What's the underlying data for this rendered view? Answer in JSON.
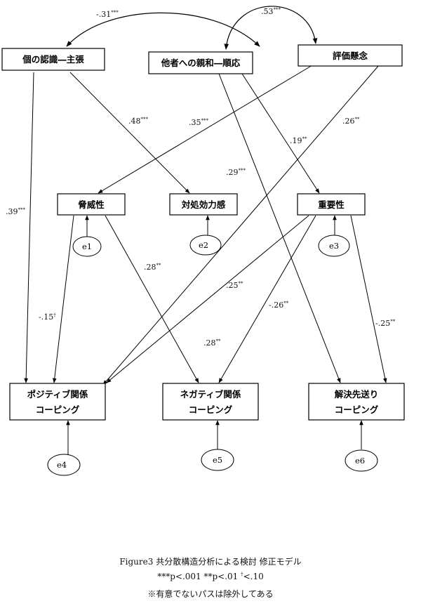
{
  "nodes": {
    "kojin": "個の認識―主張",
    "tasha": "他者への親和―順応",
    "hyoka": "評価懸念",
    "kyoi": "脅威性",
    "taisho": "対処効力感",
    "juyo": "重要性",
    "posi_1": "ポジティブ関係",
    "posi_2": "コーピング",
    "nega_1": "ネガティブ関係",
    "nega_2": "コーピング",
    "kaiketsu_1": "解決先送り",
    "kaiketsu_2": "コーピング"
  },
  "errors": {
    "e1": "e1",
    "e2": "e2",
    "e3": "e3",
    "e4": "e4",
    "e5": "e5",
    "e6": "e6"
  },
  "paths": {
    "cov_kojin_hyoka": {
      "value": "-.31",
      "sig": "***"
    },
    "cov_tasha_hyoka": {
      "value": ".53",
      "sig": "***"
    },
    "kojin_taisho": {
      "value": ".48",
      "sig": "***"
    },
    "hyoka_kyoi": {
      "value": ".35",
      "sig": "***"
    },
    "tasha_juyo": {
      "value": ".19",
      "sig": "**"
    },
    "hyoka_posi": {
      "value": ".26",
      "sig": "**"
    },
    "tasha_kaiketsu": {
      "value": ".29",
      "sig": "***"
    },
    "kojin_posi": {
      "value": ".39",
      "sig": "***"
    },
    "kyoi_nega": {
      "value": ".28",
      "sig": "**"
    },
    "juyo_posi": {
      "value": ".25",
      "sig": "**"
    },
    "juyo_nega": {
      "value": "-.26",
      "sig": "**"
    },
    "kyoi_posi": {
      "value": "-.15",
      "sig": "†"
    },
    "juyo_nega_2": {
      "value": ".28",
      "sig": "**"
    },
    "juyo_kaiketsu": {
      "value": "-.25",
      "sig": "**"
    }
  },
  "caption": {
    "title": "Figure3  共分散構造分析による検討  修正モデル",
    "legend_a": "***p<.001 **p<.01 ",
    "legend_dagger": "†",
    "legend_b": "<.10",
    "note": "※有意でないパスは除外してある"
  }
}
